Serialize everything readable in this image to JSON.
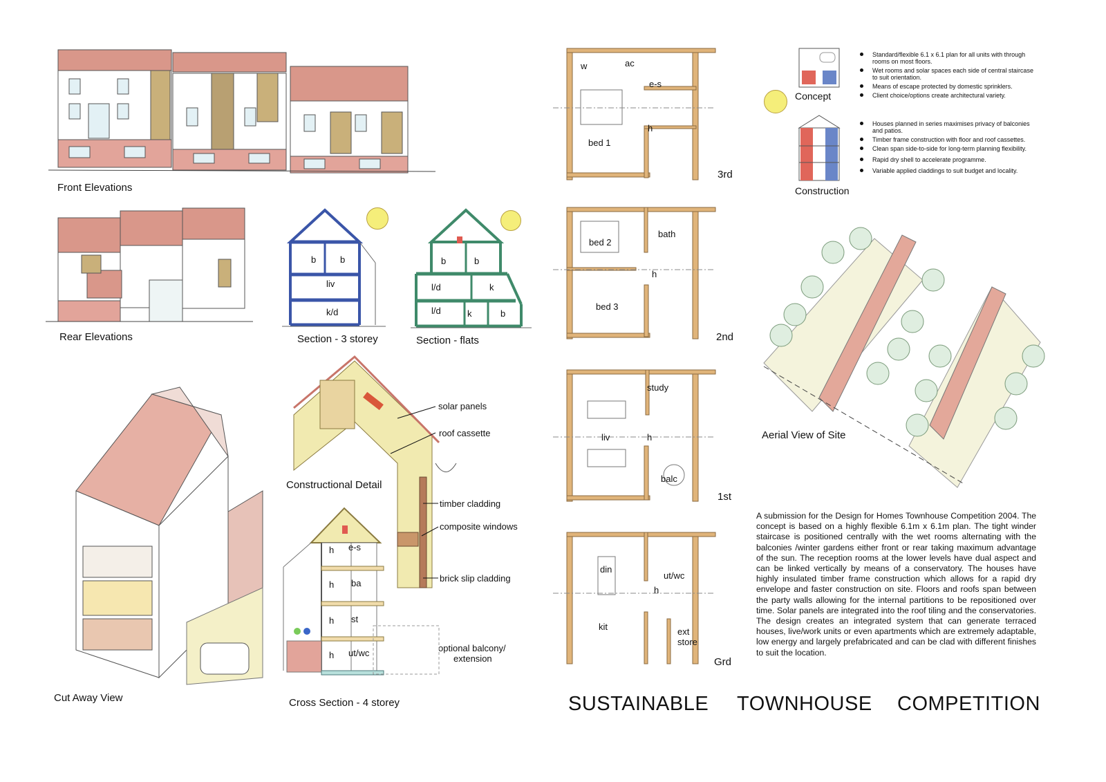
{
  "title": {
    "words": [
      "SUSTAINABLE",
      "TOWNHOUSE",
      "COMPETITION"
    ]
  },
  "captions": {
    "front_elevations": "Front Elevations",
    "rear_elevations": "Rear Elevations",
    "section_3_storey": "Section - 3 storey",
    "section_flats": "Section - flats",
    "cut_away_view": "Cut Away View",
    "constructional_detail": "Constructional Detail",
    "cross_section_4_storey": "Cross Section - 4 storey",
    "aerial_view": "Aerial View of Site",
    "concept": "Concept",
    "construction": "Construction"
  },
  "section_3_storey": {
    "rooms": [
      "b",
      "b",
      "liv",
      "k/d"
    ]
  },
  "section_flats": {
    "rooms": [
      "b",
      "b",
      "l/d",
      "k",
      "l/d",
      "k",
      "b"
    ]
  },
  "constructional_detail": {
    "callouts": [
      "solar panels",
      "roof cassette",
      "timber cladding",
      "composite windows",
      "brick slip cladding",
      "optional balcony/",
      "extension"
    ]
  },
  "cross_section": {
    "rooms": [
      "h",
      "e-s",
      "h",
      "ba",
      "h",
      "st",
      "h",
      "ut/wc"
    ]
  },
  "floor_plans": [
    {
      "level": "3rd",
      "rooms": [
        "w",
        "ac",
        "e-s",
        "h",
        "bed 1"
      ]
    },
    {
      "level": "2nd",
      "rooms": [
        "bed 2",
        "bath",
        "h",
        "bed 3"
      ]
    },
    {
      "level": "1st",
      "rooms": [
        "study",
        "liv",
        "h",
        "balc"
      ]
    },
    {
      "level": "Grd",
      "rooms": [
        "din",
        "ut/wc",
        "h",
        "kit",
        "ext",
        "store"
      ]
    }
  ],
  "concept_bullets": [
    "Standard/flexible 6.1 x 6.1 plan for all units with through rooms on most floors.",
    "Wet rooms and solar spaces each side of central staircase to suit orientation.",
    "Means of escape protected by domestic sprinklers.",
    "Client choice/options create architectural variety."
  ],
  "construction_bullets": [
    "Houses planned in series maximises privacy of balconies and patios.",
    "Timber frame construction with floor and roof cassettes.",
    "Clean span side-to-side for long-term planning flexibility.",
    "Rapid dry shell to accelerate programme.",
    "Variable applied claddings to suit budget and locality."
  ],
  "description": "A submission for the Design for Homes Townhouse Competition 2004.  The concept is based on a highly flexible 6.1m x 6.1m plan. The tight winder staircase is positioned centrally with the wet rooms alternating with the balconies /winter gardens either front or rear taking maximum advantage of the sun.  The reception rooms at the lower levels have dual aspect and can be linked vertically by means of a conservatory.   The houses have highly insulated timber frame construction which allows for a rapid dry envelope and faster construction on site. Floors and roofs span between the party walls allowing for the internal partitions to be repositioned over time.  Solar panels are integrated into the roof tiling and the conservatories.  The design creates an integrated system that can generate terraced houses, live/work units or even apartments which are extremely adaptable, low energy and largely prefabricated and can be clad with different finishes to suit the location.",
  "colors": {
    "wall": "#e0b47a",
    "wall_stroke": "#8a6a40",
    "brick": "#d98c7a",
    "roof": "#c8756a",
    "timber": "#c9a86a",
    "section_blue": "#3a55a8",
    "section_green": "#3f8a6a",
    "sun": "#f5ee7a",
    "insulation": "#f1eab0",
    "tree": "#dfeee0",
    "concept_red": "#e0665a",
    "concept_blue": "#6a86c8"
  }
}
